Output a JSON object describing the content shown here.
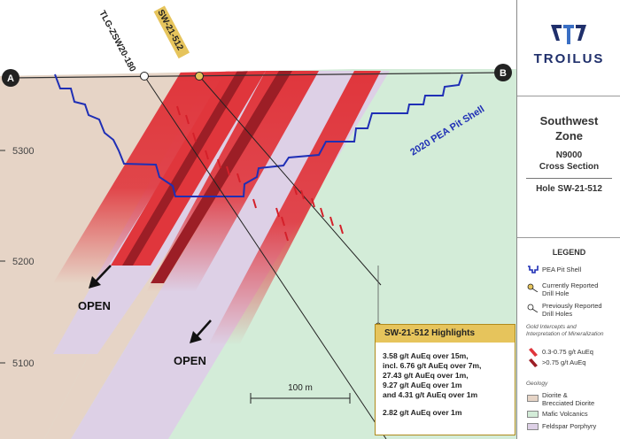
{
  "section": {
    "endpoints": {
      "left": "A",
      "right": "B"
    },
    "elevation_labels": [
      "5300",
      "5200",
      "5100"
    ],
    "drill_holes": {
      "previous": "TLG-ZSW20-180",
      "current": "SW-21-512"
    },
    "pit_shell_label": "2020 PEA Pit Shell",
    "open_labels": [
      "OPEN",
      "OPEN"
    ],
    "scale_bar": "100 m"
  },
  "highlights": {
    "title": "SW-21-512 Highlights",
    "lines": [
      "3.58 g/t AuEq over 15m,",
      "incl. 6.76 g/t AuEq over 7m,",
      "27.43 g/t AuEq over 1m,",
      "9.27 g/t AuEq over 1m",
      "and 4.31 g/t AuEq over 1m",
      "2.82 g/t AuEq over 1m"
    ]
  },
  "sidebar": {
    "logo": "TROILUS",
    "zone_title_1": "Southwest",
    "zone_title_2": "Zone",
    "section_1": "N9000",
    "section_2": "Cross Section",
    "hole": "Hole SW-21-512",
    "legend": {
      "title": "LEGEND",
      "pit_shell": "PEA Pit Shell",
      "current_hole_1": "Currently Reported",
      "current_hole_2": "Drill Hole",
      "previous_hole_1": "Previously Reported",
      "previous_hole_2": "Drill Holes",
      "gold_header_1": "Gold Intercepts and",
      "gold_header_2": "Interpretation of Mineralization",
      "grade_low": "0.3-0.75 g/t AuEq",
      "grade_high": ">0.75 g/t AuEq",
      "geology_header": "Geology",
      "diorite_1": "Diorite &",
      "diorite_2": "Brecciated Diorite",
      "mafic": "Mafic Volcanics",
      "feldspar": "Feldspar Porphyry"
    }
  },
  "colors": {
    "diorite": "#e6d4c6",
    "mafic": "#d3ecd8",
    "porphyry": "#ddd0e6",
    "mineral_low": "#e0363c",
    "mineral_high": "#9c1e26",
    "pit_shell": "#1f2fb5",
    "highlight_gold": "#e6c45c",
    "brand": "#1f2f6b"
  }
}
